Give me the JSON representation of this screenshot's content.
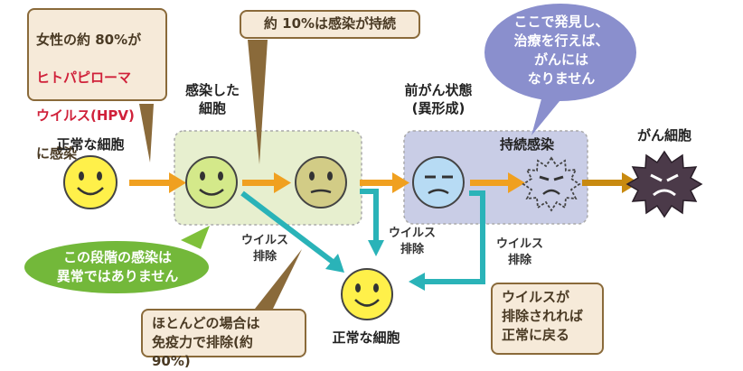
{
  "callouts": {
    "women_line1": "女性の約 80%が",
    "women_hpv_line1": "ヒトパピローマ",
    "women_hpv_line2": "ウイルス(HPV)",
    "women_line4": "に感染",
    "persist": "約 10%は感染が持続",
    "blue_bubble": "ここで発見し、\n治療を行えば、\nがんには\nなりません",
    "green_bubble": "この段階の感染は\n異常ではありません",
    "immunity": "ほとんどの場合は\n免疫力で排除(約 90%)",
    "virus_removed": "ウイルスが\n排除されれば\n正常に戻る"
  },
  "labels": {
    "normal_cell": "正常な細胞",
    "infected_cell": "感染した\n細胞",
    "precancer": "前がん状態\n(異形成)",
    "persistent": "持続感染",
    "cancer_cell": "がん細胞",
    "virus_out": "ウイルス\n排除",
    "normal_cell_bottom": "正常な細胞"
  },
  "colors": {
    "orange_arrow": "#f0a020",
    "teal_arrow": "#2ab3b8",
    "green_box": "#e6efcc",
    "blue_box": "#c9cde6",
    "yellow_face": "#fff04a",
    "green_face": "#d4e98a",
    "olive_face": "#d2cc86",
    "blue_face": "#b7dbf4",
    "cancer_face": "#4b3a49"
  }
}
